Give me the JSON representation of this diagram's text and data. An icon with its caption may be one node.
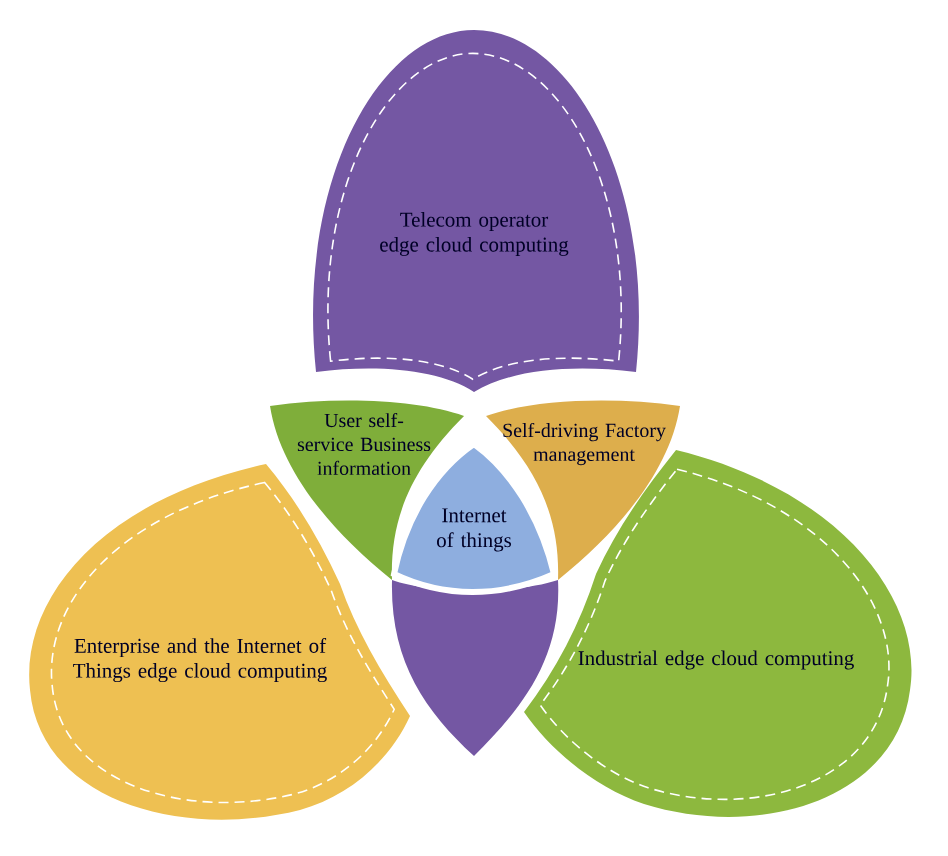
{
  "diagram": {
    "nodes": [
      {
        "text": [
          "Telecom operator edge cloud computing"
        ]
      },
      {
        "text": [
          "User self-service Business information"
        ]
      },
      {
        "text": [
          "Self-driving Factory management"
        ]
      },
      {
        "text": [
          "Internet of things"
        ]
      },
      {
        "text": [
          "Enterprise and the Internet of Things edge cloud computing"
        ]
      },
      {
        "text": [
          "Industrial edge cloud computing"
        ]
      },
      {
        "text": [],
        "shape": "leaf"
      }
    ]
  }
}
